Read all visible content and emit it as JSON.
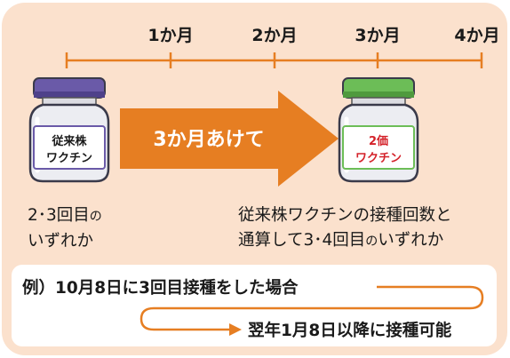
{
  "timeline": {
    "months": [
      "1か月",
      "2か月",
      "3か月",
      "4か月"
    ]
  },
  "vial_left": {
    "line1": "従来株",
    "line2": "ワクチン",
    "cap_color": "#6a5aa8"
  },
  "vial_right": {
    "line1": "2価",
    "line2": "ワクチン",
    "cap_color": "#6cbd57",
    "label_color": "#d4222a"
  },
  "arrow": {
    "label": "3か月あけて",
    "color": "#e67e22"
  },
  "notes": {
    "left_line1": "2･3回目",
    "left_line1_suffix": "の",
    "left_line2": "いずれか",
    "right_line1": "従来株ワクチンの接種回数と",
    "right_line2_a": "通算して3･4回目",
    "right_line2_b": "の",
    "right_line2_c": "いずれか"
  },
  "example": {
    "line1": "例）10月8日に3回目接種をした場合",
    "line2": "翌年1月8日以降に接種可能"
  },
  "colors": {
    "panel_bg": "#fbe1cd",
    "accent_orange": "#e67e22"
  }
}
